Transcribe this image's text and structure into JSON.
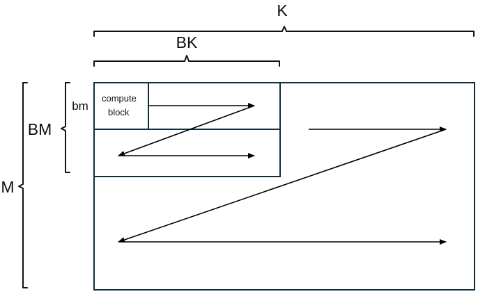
{
  "labels": {
    "k": "K",
    "bk": "BK",
    "m": "M",
    "bm_upper": "BM",
    "bm_lower": "bm",
    "compute_line1": "compute",
    "compute_line2": "block"
  },
  "colors": {
    "box_stroke": "#0f2f3a",
    "brace_stroke": "#111111",
    "arrow_stroke": "#000000",
    "text": "#0d0d0d"
  }
}
